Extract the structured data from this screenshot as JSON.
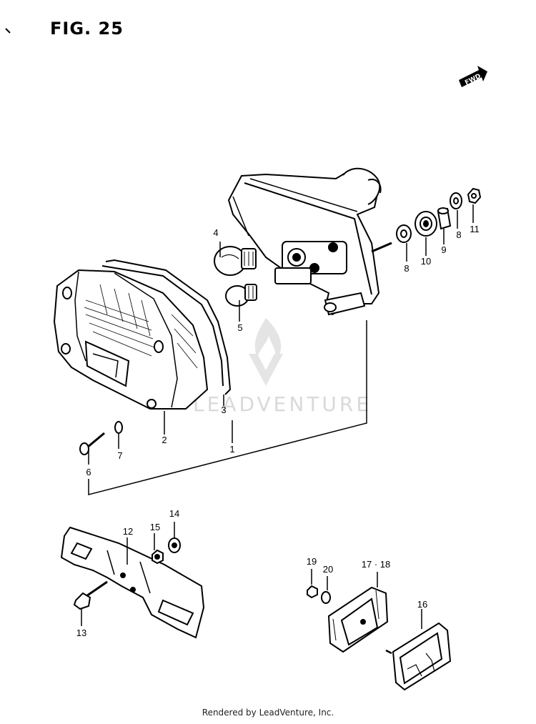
{
  "figure": {
    "title": "FIG. 25",
    "fwd_label": "FWD",
    "watermark": "LEADVENTURE",
    "footer": "Rendered by LeadVenture, Inc."
  },
  "callouts": [
    "1",
    "2",
    "3",
    "4",
    "5",
    "6",
    "7",
    "8",
    "8",
    "9",
    "10",
    "11",
    "12",
    "13",
    "14",
    "15",
    "16",
    "17 · 18",
    "19",
    "20"
  ],
  "icons": {
    "fwd_arrow": "fwd-arrow-icon",
    "watermark_logo": "leadventure-flame-logo"
  },
  "colors": {
    "line": "#000000",
    "watermark": "#d9d9d9",
    "background": "#ffffff"
  }
}
